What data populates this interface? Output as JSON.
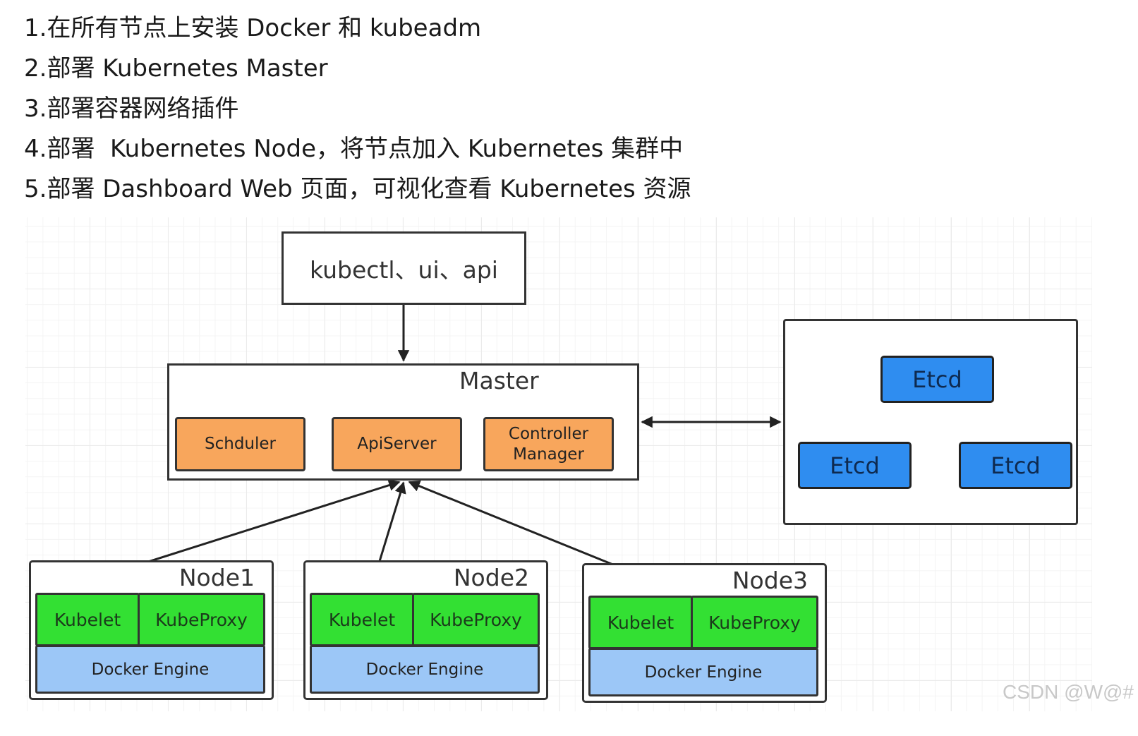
{
  "steps": [
    "1.在所有节点上安装 Docker 和 kubeadm",
    "2.部署 Kubernetes Master",
    "3.部署容器网络插件",
    "4.部署  Kubernetes Node，将节点加入 Kubernetes 集群中",
    "5.部署 Dashboard Web 页面，可视化查看 Kubernetes 资源"
  ],
  "diagram": {
    "client": "kubectl、ui、api",
    "master": {
      "title": "Master",
      "components": [
        "Schduler",
        "ApiServer",
        "Controller\nManager"
      ]
    },
    "etcd": [
      "Etcd",
      "Etcd",
      "Etcd"
    ],
    "nodes": [
      {
        "title": "Node1",
        "kubelet": "Kubelet",
        "kubeproxy": "KubeProxy",
        "engine": "Docker Engine"
      },
      {
        "title": "Node2",
        "kubelet": "Kubelet",
        "kubeproxy": "KubeProxy",
        "engine": "Docker Engine"
      },
      {
        "title": "Node3",
        "kubelet": "Kubelet",
        "kubeproxy": "KubeProxy",
        "engine": "Docker Engine"
      }
    ],
    "colors": {
      "component": "#f8a65c",
      "etcd": "#2f8df0",
      "kube": "#33e033",
      "docker_engine": "#9cc7f7",
      "line": "#333333"
    }
  },
  "watermark": "CSDN @W@#"
}
